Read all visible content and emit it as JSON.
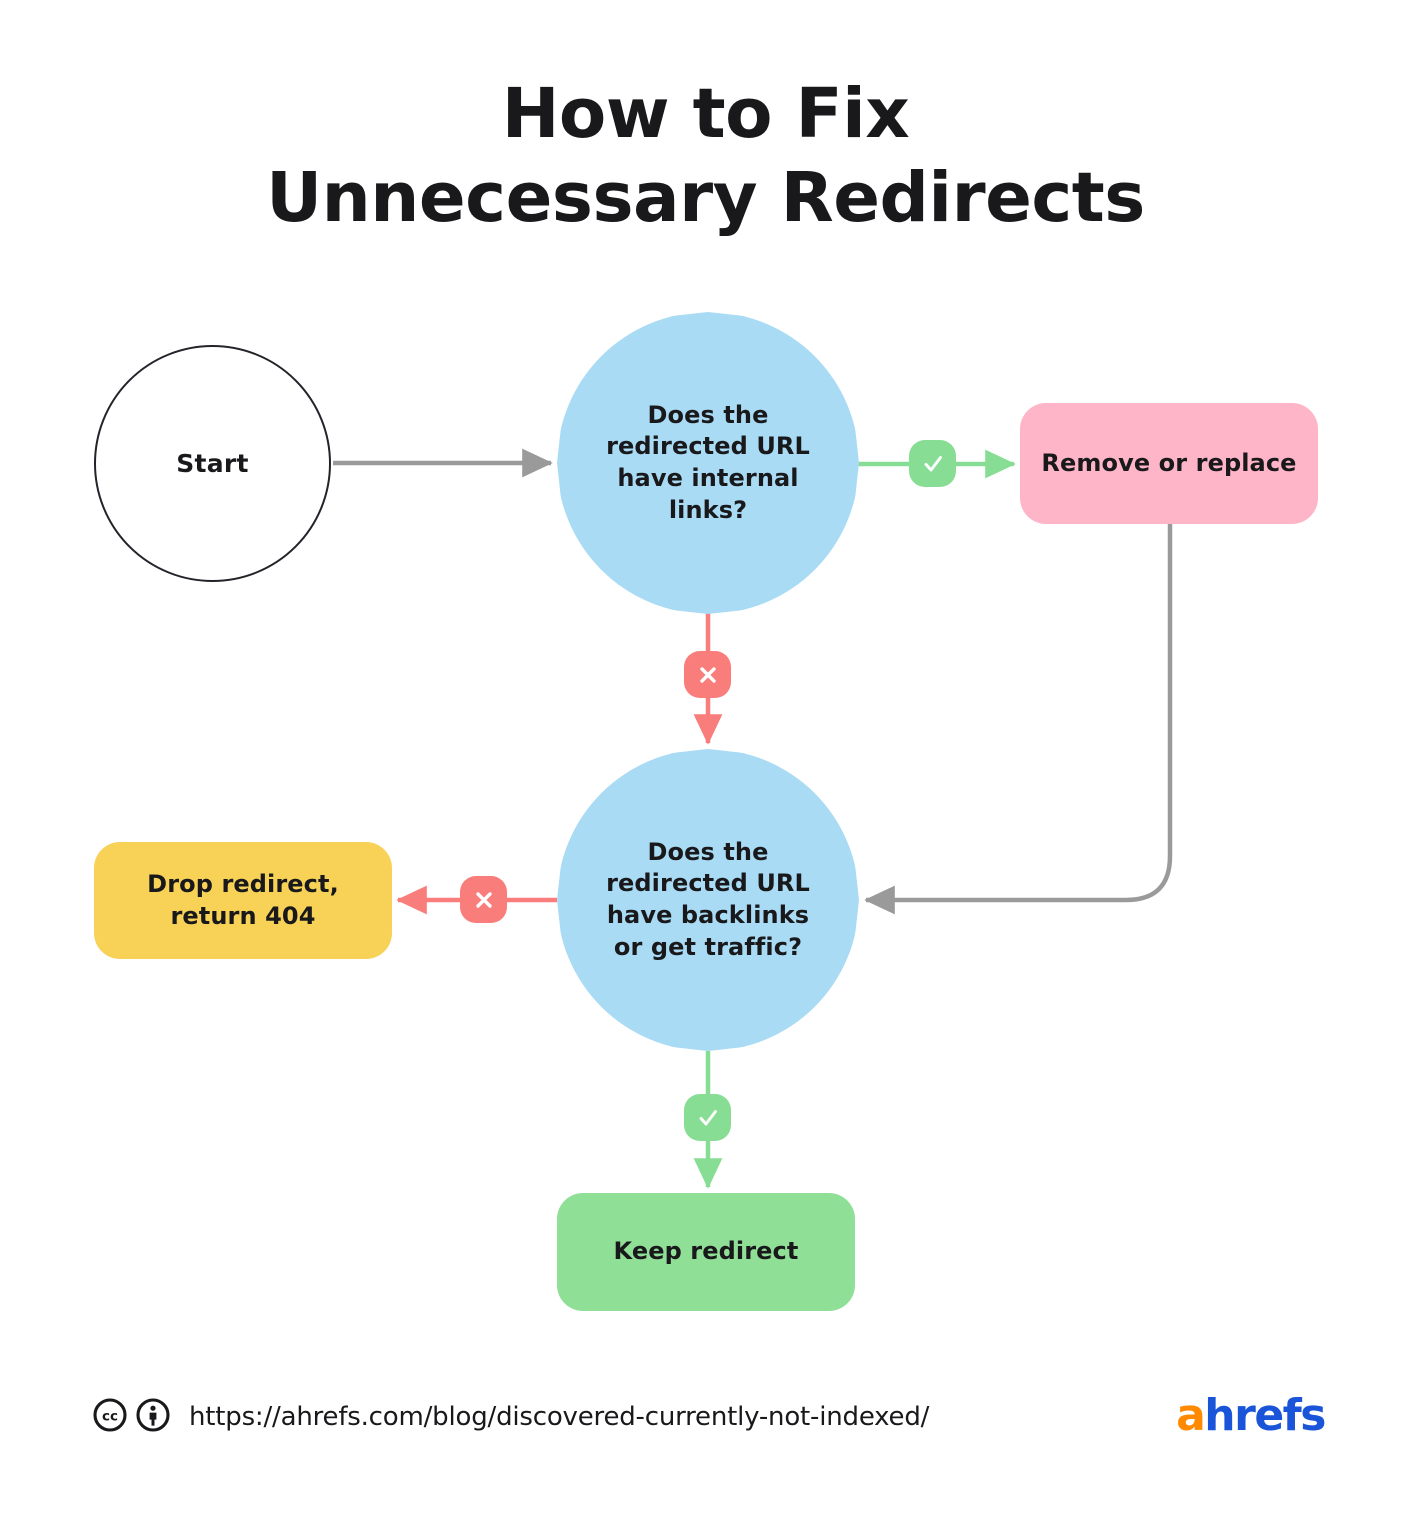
{
  "title": {
    "line1": "How to Fix",
    "line2": "Unnecessary Redirects"
  },
  "flowchart": {
    "type": "flowchart",
    "nodes": [
      {
        "id": "start",
        "shape": "circle",
        "label": "Start",
        "color": "#ffffff"
      },
      {
        "id": "decision1",
        "shape": "diamond",
        "label": "Does the\nredirected URL\nhave internal\nlinks?",
        "color": "#a9dbf5"
      },
      {
        "id": "remove",
        "shape": "rounded-rect",
        "label": "Remove or replace",
        "color": "#ffb5c8"
      },
      {
        "id": "decision2",
        "shape": "diamond",
        "label": "Does the\nredirected URL\nhave backlinks\nor get traffic?",
        "color": "#a9dbf5"
      },
      {
        "id": "drop",
        "shape": "rounded-rect",
        "label": "Drop redirect,\nreturn 404",
        "color": "#f7d257"
      },
      {
        "id": "keep",
        "shape": "rounded-rect",
        "label": "Keep redirect",
        "color": "#90df97"
      }
    ],
    "edges": [
      {
        "from": "start",
        "to": "decision1",
        "badge": "none",
        "color": "#9a9a9a"
      },
      {
        "from": "decision1",
        "to": "remove",
        "badge": "yes",
        "color": "#88dd95"
      },
      {
        "from": "decision1",
        "to": "decision2",
        "badge": "no",
        "color": "#f97d7a"
      },
      {
        "from": "remove",
        "to": "decision2",
        "badge": "none",
        "color": "#9a9a9a"
      },
      {
        "from": "decision2",
        "to": "drop",
        "badge": "no",
        "color": "#f97d7a"
      },
      {
        "from": "decision2",
        "to": "keep",
        "badge": "yes",
        "color": "#88dd95"
      }
    ],
    "badges": {
      "yes": "check-icon",
      "no": "cross-icon"
    },
    "colors": {
      "blue": "#a9dbf5",
      "pink": "#ffb5c8",
      "yellow": "#f7d257",
      "green": "#90df97",
      "green_line": "#88dd95",
      "red_line": "#f97d7a",
      "gray_line": "#9a9a9a",
      "text": "#19191c",
      "background": "#ffffff"
    }
  },
  "footer": {
    "license_icons": [
      "creative-commons-icon",
      "attribution-icon"
    ],
    "url": "https://ahrefs.com/blog/discovered-currently-not-indexed/",
    "brand": {
      "first": "a",
      "rest": "hrefs",
      "first_color": "#ff8a00",
      "rest_color": "#1a54d8"
    }
  }
}
